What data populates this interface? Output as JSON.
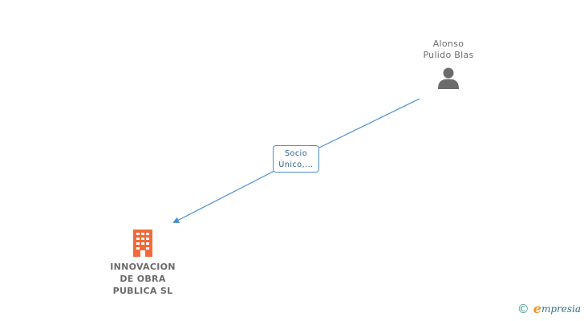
{
  "person": {
    "name_line1": "Alonso",
    "name_line2": "Pulido Blas",
    "icon": "person-icon"
  },
  "relation": {
    "line1": "Socio",
    "line2": "Único,..."
  },
  "company": {
    "name_line1": "INNOVACION",
    "name_line2": "DE OBRA",
    "name_line3": "PUBLICA  SL",
    "icon": "building-icon"
  },
  "brand": {
    "copyright_symbol": "©",
    "logo_letter": "e",
    "logo_text": "mpresia"
  },
  "colors": {
    "link": "#4a8ed0",
    "company_icon": "#f26a3b",
    "person_icon": "#6b6b6b",
    "text": "#6b6b6b"
  }
}
